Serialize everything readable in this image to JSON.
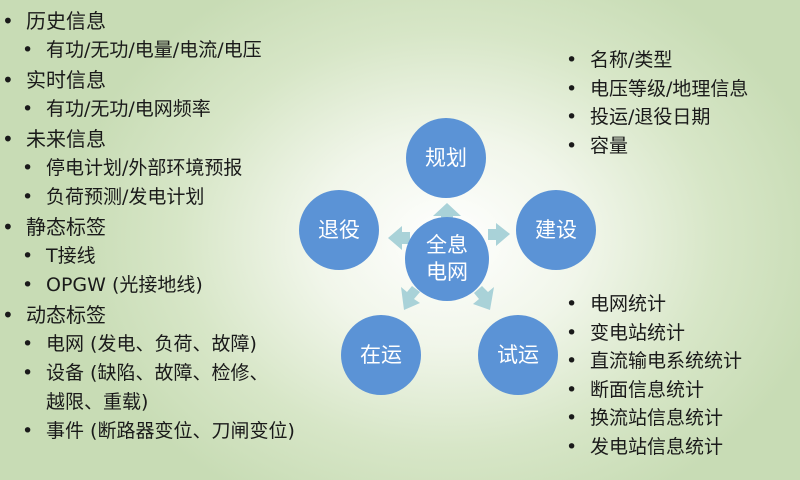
{
  "left_list": {
    "history": {
      "label": "历史信息",
      "items": [
        "有功/无功/电量/电流/电压"
      ]
    },
    "realtime": {
      "label": "实时信息",
      "items": [
        "有功/无功/电网频率"
      ]
    },
    "future": {
      "label": "未来信息",
      "items": [
        "停电计划/外部环境预报",
        "负荷预测/发电计划"
      ]
    },
    "static_tags": {
      "label": "静态标签",
      "items": [
        "T接线",
        "OPGW (光接地线)"
      ]
    },
    "dynamic_tags": {
      "label": "动态标签",
      "items": [
        "电网 (发电、负荷、故障)",
        "设备 (缺陷、故障、检修、",
        "越限、重载)",
        "事件 (断路器变位、刀闸变位)"
      ]
    }
  },
  "top_right_list": [
    "名称/类型",
    "电压等级/地理信息",
    "投运/退役日期",
    "容量"
  ],
  "bottom_right_list": [
    "电网统计",
    "变电站统计",
    "直流输电系统统计",
    "断面信息统计",
    "换流站信息统计",
    "发电站信息统计"
  ],
  "cycle": {
    "center": [
      "全息",
      "电网"
    ],
    "planning": "规划",
    "construction": "建设",
    "trial_operation": "试运",
    "in_operation": "在运",
    "retirement": "退役"
  },
  "colors": {
    "node_fill": "#5b93d6",
    "arrow_fill": "#a9d2d8",
    "background": "#d7e6c7"
  }
}
